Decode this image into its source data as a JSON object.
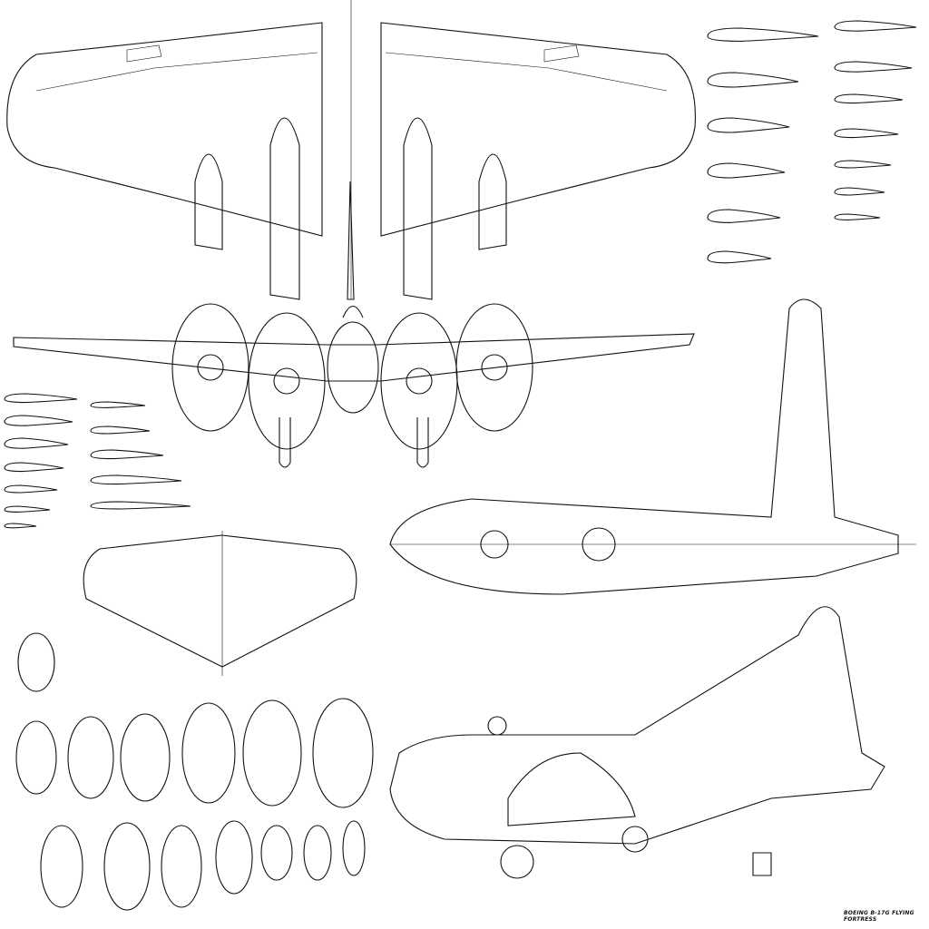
{
  "drawing": {
    "title": "BOEING B-17G FLYING FORTRESS",
    "views": [
      "top-plan",
      "front",
      "side-profile",
      "tailplane-plan",
      "fuselage-sections",
      "airfoil-sections"
    ],
    "line_color": "#111111",
    "background": "#ffffff"
  }
}
